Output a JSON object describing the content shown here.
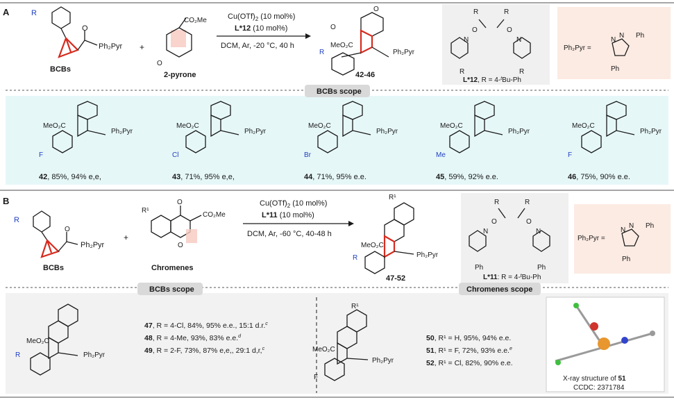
{
  "panel_a": {
    "label": "A",
    "bcb_caption": "BCBs",
    "pyrone_caption": "2-pyrone",
    "plus": "+",
    "cond1": "Cu(OTf)",
    "cond1_sub": "2",
    "cond1_tail": " (10 mol%)",
    "cond2_bold": "L*12",
    "cond2_tail": " (10 mol%)",
    "cond3": "DCM, Ar, -20 °C, 40 h",
    "product_label": "42-46",
    "ligand_caption_bold": "L*12",
    "ligand_caption_tail": ", R = 4-",
    "ligand_caption_t": "t",
    "ligand_caption_end": "Bu-Ph",
    "pyr_def": "Ph₂Pyr =",
    "scope_title": "BCBs scope",
    "items": [
      {
        "num": "42",
        "text": ", 85%, 94% e,e,",
        "sub": "F"
      },
      {
        "num": "43",
        "text": ", 71%, 95% e,e,",
        "sub": "Cl"
      },
      {
        "num": "44",
        "text": ", 71%, 95% e.e.",
        "sub": "Br"
      },
      {
        "num": "45",
        "text": ", 59%, 92% e.e.",
        "sub": "Me"
      },
      {
        "num": "46",
        "text": ", 75%, 90% e.e.",
        "sub": "F"
      }
    ]
  },
  "panel_b": {
    "label": "B",
    "bcb_caption": "BCBs",
    "chromene_caption": "Chromenes",
    "plus": "+",
    "cond1": "Cu(OTf)",
    "cond1_sub": "2",
    "cond1_tail": " (10 mol%)",
    "cond2_bold": "L*11",
    "cond2_tail": " (10 mol%)",
    "cond3": "DCM, Ar, -60 °C, 40-48 h",
    "product_label": "47-52",
    "ligand_caption_bold": "L*11",
    "ligand_caption_tail": ": R = 4-",
    "ligand_caption_t": "t",
    "ligand_caption_end": "Bu-Ph",
    "pyr_def": "Ph₂Pyr =",
    "scope_left_title": "BCBs scope",
    "scope_right_title": "Chromenes scope",
    "left_items": [
      {
        "num": "47",
        "text": ", R = 4-Cl, 84%, 95% e.e., 15:1 d.r.",
        "note": "c"
      },
      {
        "num": "48",
        "text": ", R = 4-Me, 93%, 83% e.e.",
        "note": "d"
      },
      {
        "num": "49",
        "text": ", R = 2-F, 73%, 87% e,e,, 29:1 d,r,",
        "note": "c"
      }
    ],
    "right_items": [
      {
        "num": "50",
        "text": ", R¹ = H, 95%, 94% e.e.",
        "note": ""
      },
      {
        "num": "51",
        "text": ", R¹ = F, 72%, 93% e.e.",
        "note": "e"
      },
      {
        "num": "52",
        "text": ", R¹ = Cl, 82%, 90% e.e.",
        "note": ""
      }
    ],
    "xray_caption": "X-ray structure of ",
    "xray_num": "51",
    "ccdc": "CCDC: 2371784"
  },
  "labels": {
    "ph2pyr": "Ph₂Pyr",
    "meo2c": "MeO₂C",
    "co2me": "CO₂Me",
    "ph": "Ph",
    "r": "R",
    "r1": "R¹",
    "o": "O",
    "n": "N",
    "f": "F"
  },
  "colors": {
    "scope_bg_a": "#e6f7f8",
    "ligand_bg": "#f0f0f0",
    "pyr_bg": "#fcebe3",
    "bcb_red": "#d62b1f",
    "blue": "#1f3fbf"
  }
}
